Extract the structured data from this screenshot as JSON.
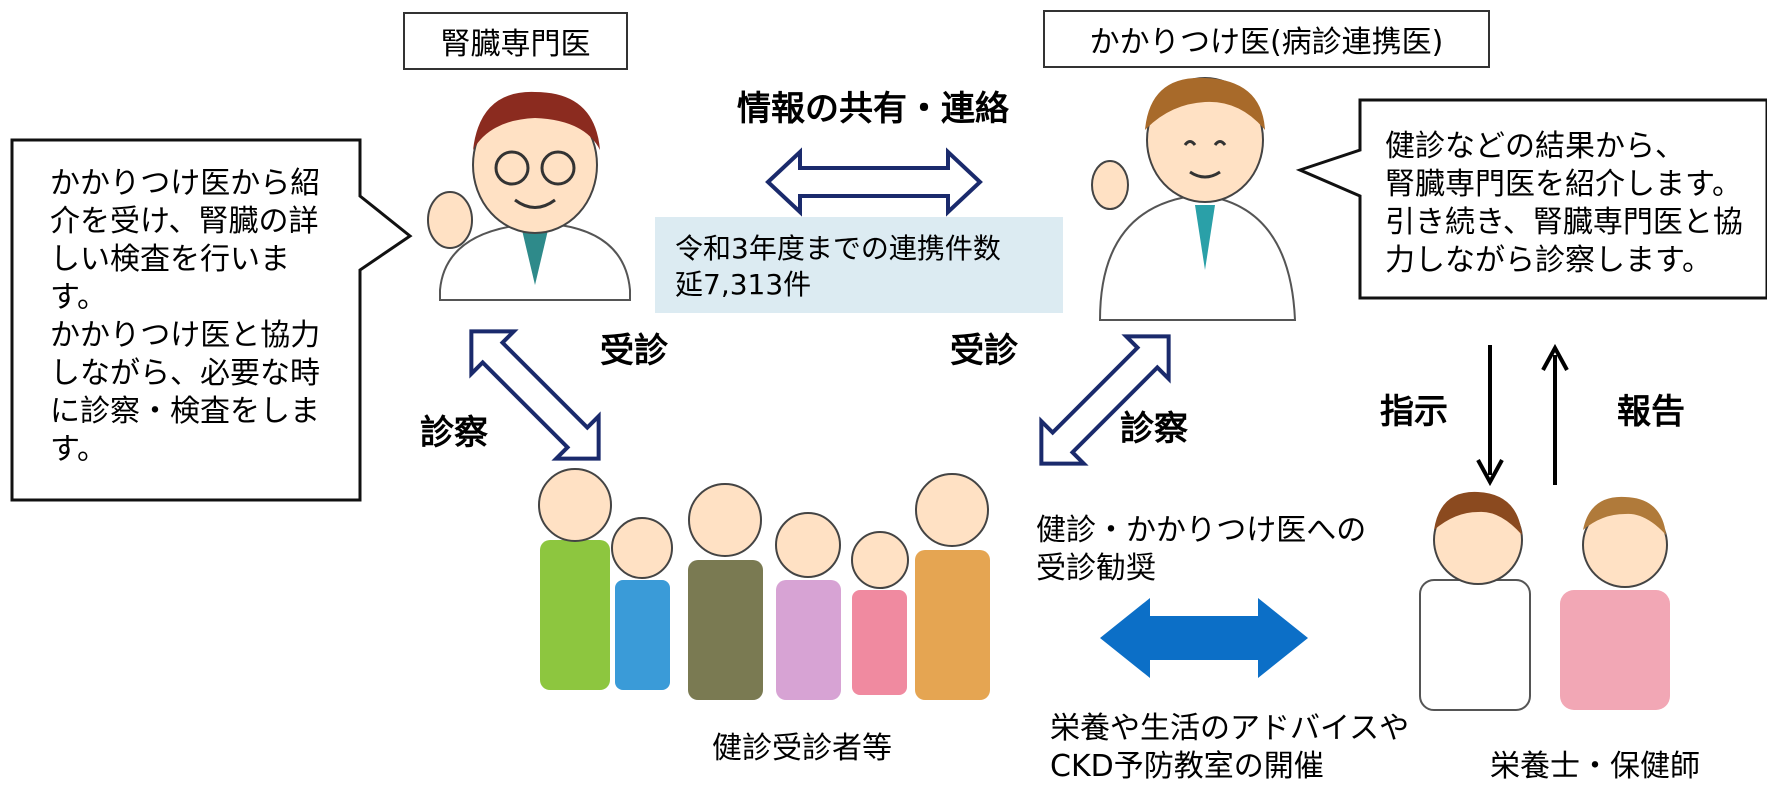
{
  "labels": {
    "nephrologist": "腎臓専門医",
    "family_doctor": "かかりつけ医(病診連携医)",
    "examinees": "健診受診者等",
    "nutritionist": "栄養士・保健師"
  },
  "center": {
    "info_sharing": "情報の共有・連絡",
    "stat": "令和3年度までの連携件数\n 延7,313件"
  },
  "callouts": {
    "nephrologist_desc": "かかりつけ医から紹\n介を受け、腎臓の詳\nしい検査を行いま\nす。\nかかりつけ医と協力\nしながら、必要な時\nに診察・検査をしま\nす。",
    "family_doctor_desc": "健診などの結果から、\n腎臓専門医を紹介します。\n引き続き、腎臓専門医と協\n力しながら診察します。"
  },
  "arrows": {
    "left_visit": "受診",
    "left_exam": "診察",
    "right_visit": "受診",
    "right_exam": "診察",
    "instruction": "指示",
    "report": "報告"
  },
  "bottom": {
    "recommendation": "健診・かかりつけ医への\n受診勧奨",
    "advice": "栄養や生活のアドバイスや\nCKD予防教室の開催"
  },
  "colors": {
    "arrow_outline": "#1a2a6c",
    "blue_arrow": "#0c6fc7",
    "stat_bg": "#dcebf2"
  }
}
